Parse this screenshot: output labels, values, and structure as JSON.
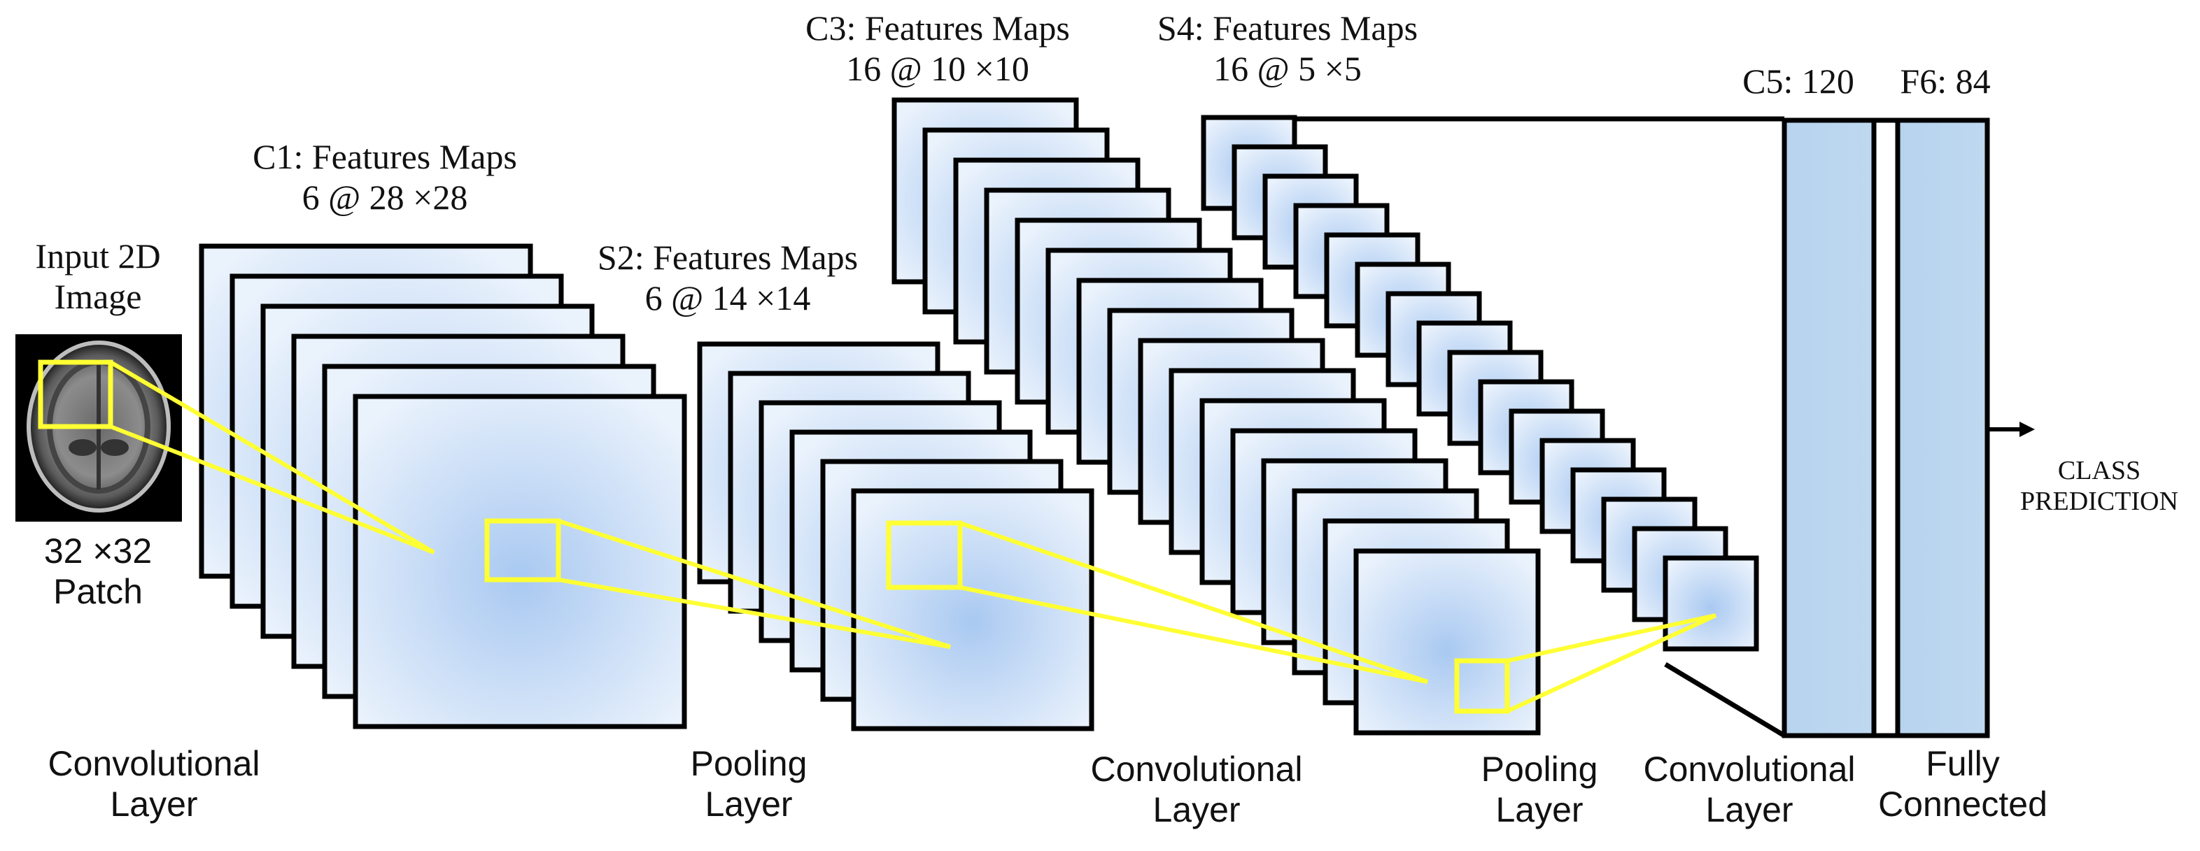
{
  "labels": {
    "input": "Input 2D\nImage",
    "patch": "32 ×32\nPatch",
    "c1": "C1: Features Maps\n6 @ 28 ×28",
    "s2": "S2: Features Maps\n6 @ 14 ×14",
    "c3": "C3: Features Maps\n16 @ 10 ×10",
    "s4": "S4: Features Maps\n16 @ 5 ×5",
    "c5": "C5: 120",
    "f6": "F6: 84",
    "class_prediction": "CLASS\nPREDICTION"
  },
  "bottom_labels": {
    "conv1": "Convolutional\nLayer",
    "pool1": "Pooling\nLayer",
    "conv2": "Convolutional\nLayer",
    "pool2": "Pooling\nLayer",
    "conv3": "Convolutional\nLayer",
    "fc": "Fully\nConnected"
  },
  "colors": {
    "map_fill_center": "#aecdf2",
    "map_fill_edge": "#e6f0fc",
    "fc_fill": "#bad6ef",
    "stroke": "#000000",
    "highlight": "#ffff33",
    "brain_bg": "#000000"
  },
  "icons": [
    "brain-mri-image",
    "arrow-right-icon"
  ]
}
